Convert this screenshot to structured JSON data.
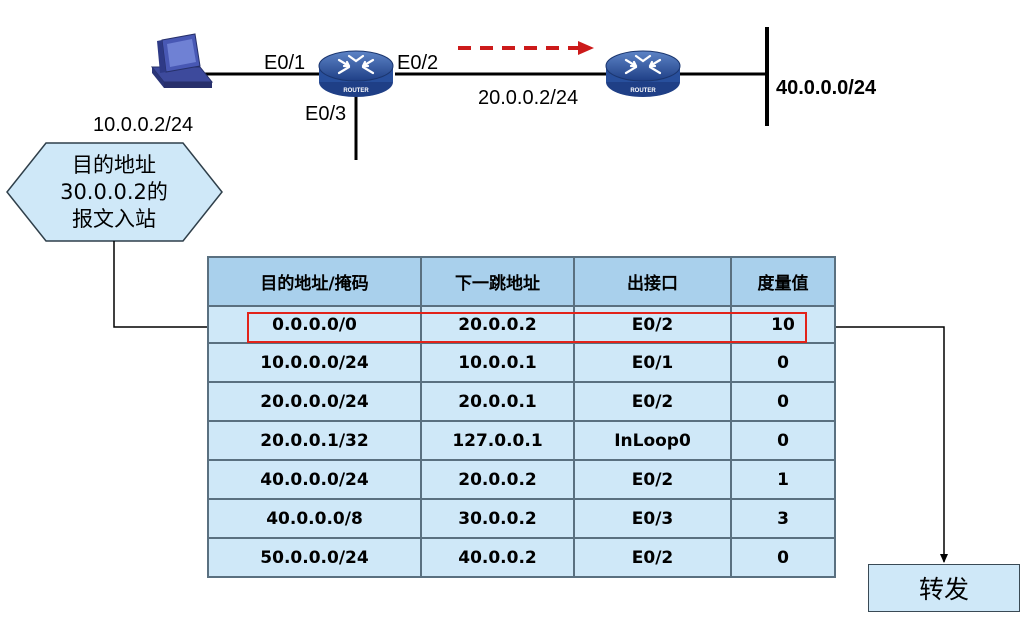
{
  "topology": {
    "pc_address": "10.0.0.2/24",
    "router1": {
      "label": "ROUTER",
      "if_e01": "E0/1",
      "if_e02": "E0/2",
      "if_e03": "E0/3"
    },
    "link_address": "20.0.0.2/24",
    "router2": {
      "label": "ROUTER"
    },
    "network_right": "40.0.0.0/24",
    "arrow_color": "#cc1a1a"
  },
  "packet": {
    "lines": [
      "目的地址",
      "30.0.0.2的",
      "报文入站"
    ],
    "fill": "#cfe8f8"
  },
  "table": {
    "headers": [
      "目的地址/掩码",
      "下一跳地址",
      "出接口",
      "度量值"
    ],
    "rows": [
      [
        "0.0.0.0/0",
        "20.0.0.2",
        "E0/2",
        "10"
      ],
      [
        "10.0.0.0/24",
        "10.0.0.1",
        "E0/1",
        "0"
      ],
      [
        "20.0.0.0/24",
        "20.0.0.1",
        "E0/2",
        "0"
      ],
      [
        "20.0.0.1/32",
        "127.0.0.1",
        "InLoop0",
        "0"
      ],
      [
        "40.0.0.0/24",
        "20.0.0.2",
        "E0/2",
        "1"
      ],
      [
        "40.0.0.0/8",
        "30.0.0.2",
        "E0/3",
        "3"
      ],
      [
        "50.0.0.0/24",
        "40.0.0.2",
        "E0/2",
        "0"
      ]
    ],
    "header_color": "#a9d0ec",
    "cell_color": "#cfe8f8",
    "highlight_color": "#e2231a"
  },
  "action": {
    "label": "转发"
  }
}
